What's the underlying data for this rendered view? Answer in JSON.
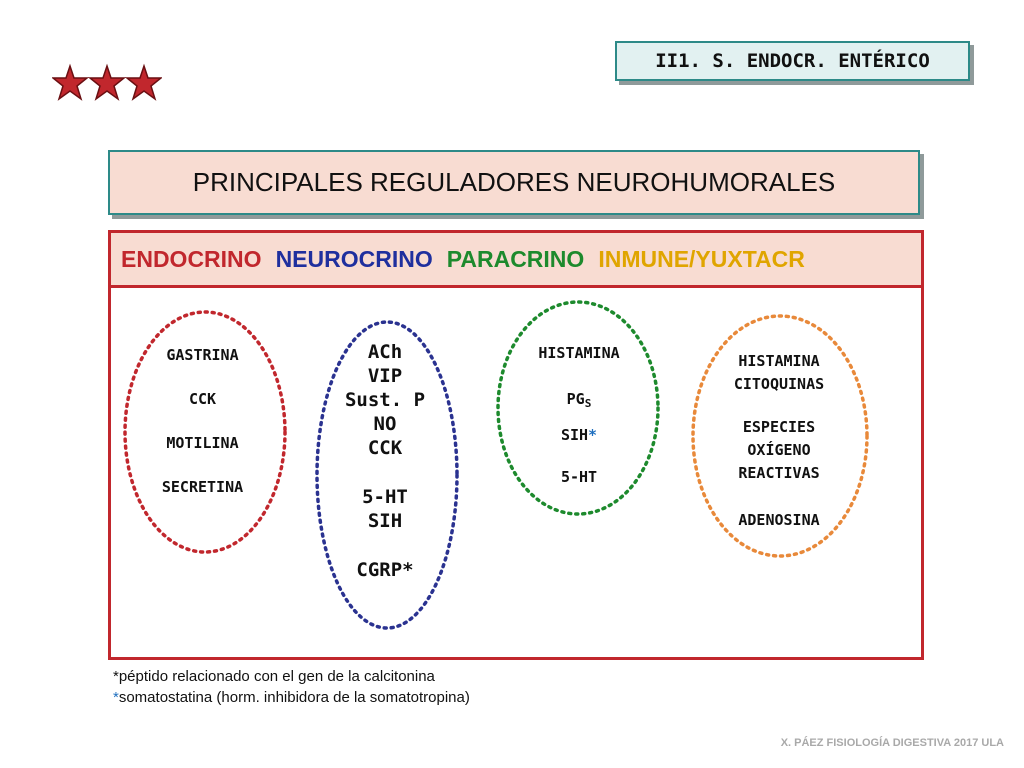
{
  "tag": {
    "label": "II1. S. ENDOCR. ENTÉRICO"
  },
  "stars": {
    "icon": "three-stars-icon",
    "color": "#c1272d"
  },
  "title": "PRINCIPALES REGULADORES NEUROHUMORALES",
  "header": {
    "endocrino": "ENDOCRINO",
    "neurocrino": "NEUROCRINO",
    "paracrino": "PARACRINO",
    "inmune": "INMUNE/YUXTACR"
  },
  "colors": {
    "endocrino": "#c1272d",
    "neurocrino": "#1f2f9e",
    "paracrino": "#1d8a2d",
    "inmune": "#e0a500",
    "inmune_ellipse": "#e8893a"
  },
  "endocrino_items": [
    "GASTRINA",
    "CCK",
    "MOTILINA",
    "SECRETINA"
  ],
  "neurocrino_items": [
    "ACh",
    "VIP",
    "Sust. P",
    "NO",
    "CCK",
    "5-HT",
    "SIH",
    "CGRP*"
  ],
  "paracrino_items": {
    "histamina": "HISTAMINA",
    "pg": "PG",
    "pg_sub": "S",
    "sih": "SIH",
    "sih_star": "*",
    "ht": "5-HT"
  },
  "inmune_items": [
    "HISTAMINA",
    "CITOQUINAS",
    "ESPECIES",
    "OXÍGENO",
    "REACTIVAS",
    "ADENOSINA"
  ],
  "footnotes": {
    "note1": "*péptido relacionado con el gen de la calcitonina",
    "note2_star": "*",
    "note2": "somatostatina (horm. inhibidora de la somatotropina)"
  },
  "credit": "X. PÁEZ   FISIOLOGÍA DIGESTIVA 2017  ULA"
}
